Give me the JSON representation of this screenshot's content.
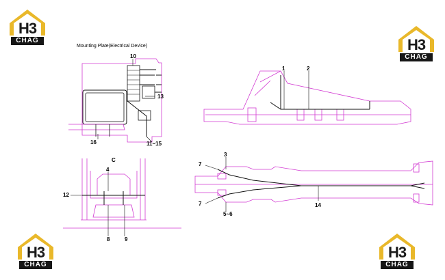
{
  "logo": {
    "text_top": "H3",
    "text_bottom": "CHAG",
    "colors": {
      "gold": "#e9b82a",
      "roof_white": "#ffffff",
      "dark": "#161616"
    }
  },
  "diagram": {
    "title": "Mounting Plate(Electrical Device)",
    "colors": {
      "frame": "#d23ad2",
      "wire": "#111111"
    },
    "labels": {
      "l1": "1",
      "l2": "2",
      "l3": "3",
      "l4": "4",
      "l5_6": "5~6",
      "l7a": "7",
      "l7b": "7",
      "l8": "8",
      "l9": "9",
      "l10": "10",
      "l11_15": "11~15",
      "l12": "12",
      "l13": "13",
      "l14": "14",
      "l16": "16",
      "lc": "C"
    }
  }
}
